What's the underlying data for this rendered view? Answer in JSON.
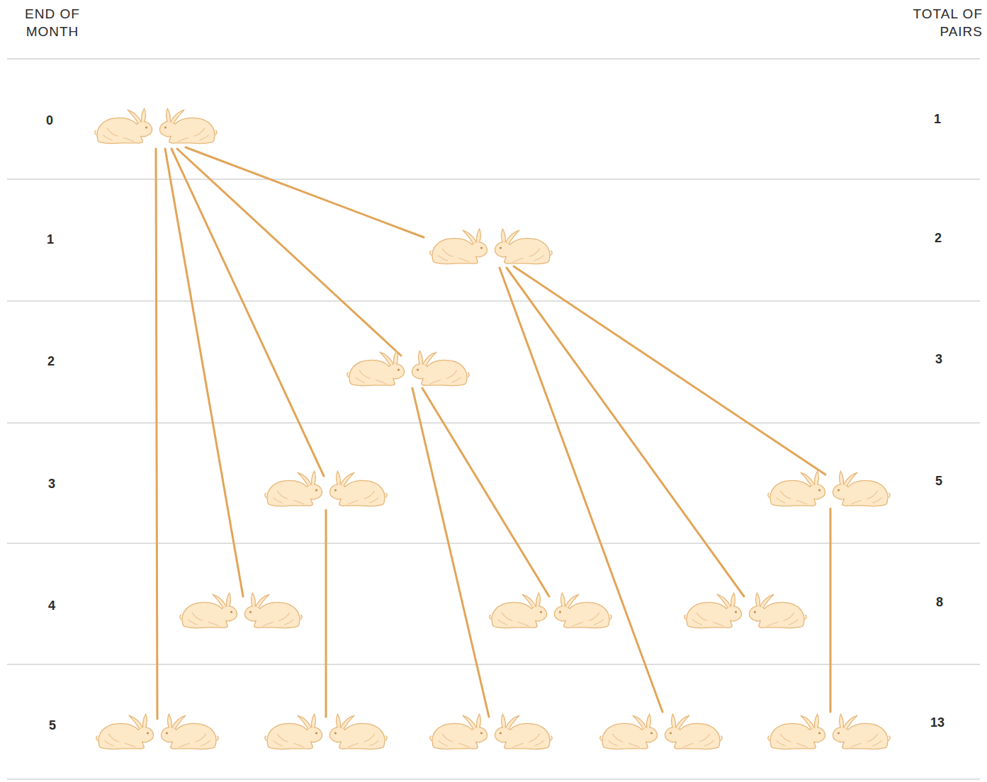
{
  "diagram": {
    "labels": [
      "END OF MONTH",
      "TOTAL OF PAIRS",
      "0",
      "1",
      "1",
      "2",
      "2",
      "3",
      "3",
      "5",
      "4",
      "8",
      "5",
      "13"
    ]
  }
}
